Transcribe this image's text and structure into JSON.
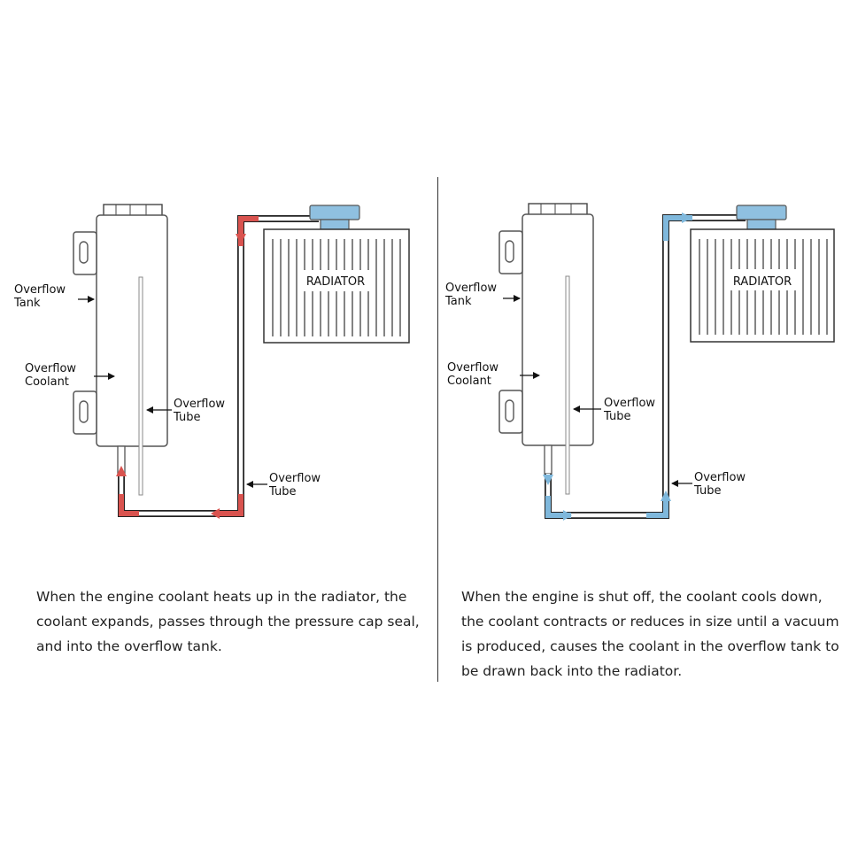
{
  "left_panel": {
    "radiator_label": "RADIATOR",
    "label_tank_1": "Overflow",
    "label_tank_2": "Tank",
    "label_coolant_1": "Overflow",
    "label_coolant_2": "Coolant",
    "label_tube_inner_1": "Overflow",
    "label_tube_inner_2": "Tube",
    "label_tube_outer_1": "Overflow",
    "label_tube_outer_2": "Tube",
    "caption": "When the engine coolant heats up in the radiator, the coolant expands, passes through the pressure cap seal, and into the overflow tank.",
    "flow_color": "#d9534f"
  },
  "right_panel": {
    "radiator_label": "RADIATOR",
    "label_tank_1": "Overflow",
    "label_tank_2": "Tank",
    "label_coolant_1": "Overflow",
    "label_coolant_2": "Coolant",
    "label_tube_inner_1": "Overflow",
    "label_tube_inner_2": "Tube",
    "label_tube_outer_1": "Overflow",
    "label_tube_outer_2": "Tube",
    "caption": "When the engine is shut off, the coolant cools down, the coolant contracts or reduces in size until a vacuum is produced, causes the coolant in the overflow tank to be drawn back into the radiator.",
    "flow_color": "#7fb8dc"
  },
  "cap_color": "#8fc0e0"
}
